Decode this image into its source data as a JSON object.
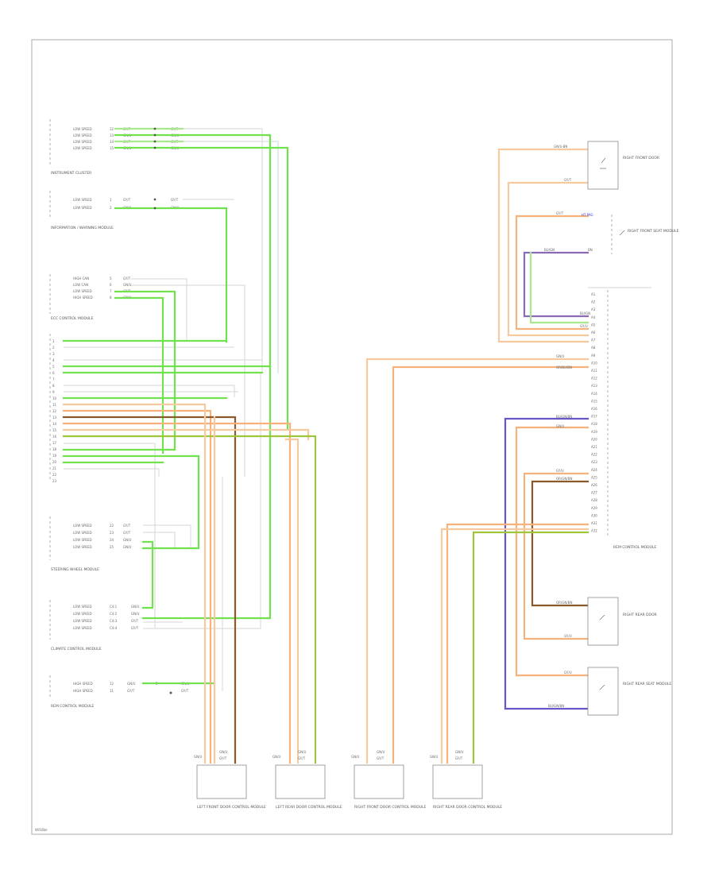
{
  "page_label": "W/S/Bel",
  "left_modules": [
    {
      "name": "INSTRUMENT CLUSTER",
      "pins": [
        "LOW SPEED",
        "LOW SPEED",
        "LOW SPEED",
        "LOW SPEED"
      ]
    },
    {
      "name": "INFORMATION / WARNING MODULE",
      "pins": [
        "LOW SPEED",
        "LOW SPEED"
      ]
    },
    {
      "name": "ECC CONTROL MODULE",
      "pins": [
        "HIGH CAN",
        "LOW CAN",
        "LOW SPEED",
        "HIGH SPEED"
      ]
    },
    {
      "name": "STEERING WHEEL MODULE",
      "pins": [
        "LOW SPEED",
        "LOW SPEED",
        "LOW SPEED",
        "LOW SPEED"
      ]
    },
    {
      "name": "CLIMATE CONTROL MODULE",
      "pins": [
        "LOW SPEED",
        "LOW SPEED",
        "LOW SPEED",
        "LOW SPEED"
      ]
    },
    {
      "name": "REM CONTROL MODULE",
      "pins": [
        "HIGH SPEED",
        "HIGH SPEED"
      ]
    }
  ],
  "bottom_modules": [
    {
      "name": "LEFT FRONT DOOR CONTROL MODULE"
    },
    {
      "name": "LEFT REAR DOOR CONTROL MODULE"
    },
    {
      "name": "RIGHT FRONT DOOR CONTROL MODULE"
    },
    {
      "name": "RIGHT REAR DOOR CONTROL MODULE"
    }
  ],
  "right_modules": [
    {
      "name": "RIGHT FRONT DOOR"
    },
    {
      "name": "RIGHT FRONT SEAT MODULE"
    },
    {
      "name": "REM CONTROL MODULE"
    },
    {
      "name": "RIGHT REAR DOOR"
    },
    {
      "name": "RIGHT REAR SEAT MODULE"
    }
  ],
  "wire_colors": {
    "green": "#6fe24e",
    "orange": "#f6b27a",
    "brown": "#8b5a2b",
    "purple": "#6a55c8",
    "yellow_green": "#9fc63a"
  }
}
